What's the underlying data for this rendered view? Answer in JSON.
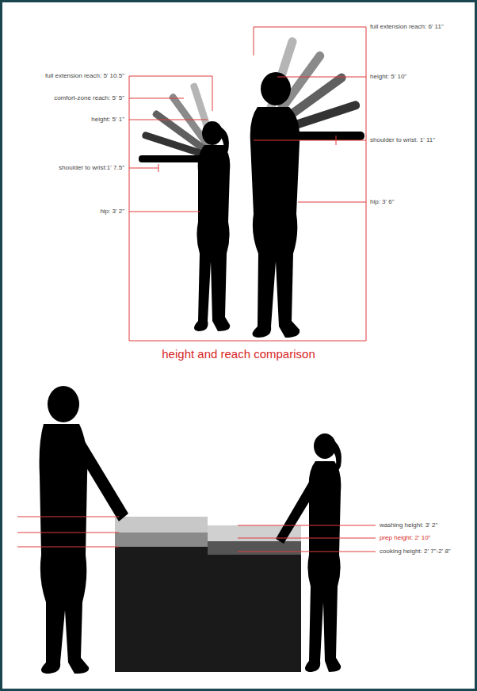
{
  "diagram": {
    "caption": "height and reach comparison",
    "labels": [
      "full extension reach: 6' 11\"",
      "full extension reach: 5' 10.5\"",
      "height: 5' 10\"",
      "comfort-zone reach: 5' 5\"",
      "height: 5' 1\"",
      "shoulder to wrist: 1' 11\"",
      "shoulder to wrist:1' 7.5\"",
      "hip: 3' 6\"",
      "hip: 3' 2\"",
      "washing height: 3' 2\"",
      "prep height: 2' 10\"",
      "cooking height: 2' 7\"-2' 8\""
    ]
  }
}
